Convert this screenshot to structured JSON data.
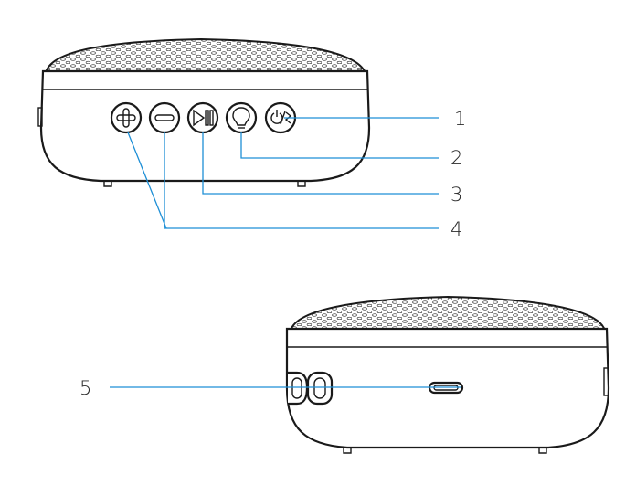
{
  "diagram": {
    "colors": {
      "outline": "#1a1a1a",
      "leader": "#1e8fd6",
      "text": "#2a2a2a"
    },
    "top_view": {
      "buttons": [
        {
          "icon": "plus-icon"
        },
        {
          "icon": "minus-icon"
        },
        {
          "icon": "play-pause-icon"
        },
        {
          "icon": "lightbulb-icon"
        },
        {
          "icon": "power-bluetooth-icon"
        }
      ],
      "callouts": [
        "1",
        "2",
        "3",
        "4"
      ]
    },
    "bottom_view": {
      "callouts": [
        "5"
      ]
    }
  }
}
